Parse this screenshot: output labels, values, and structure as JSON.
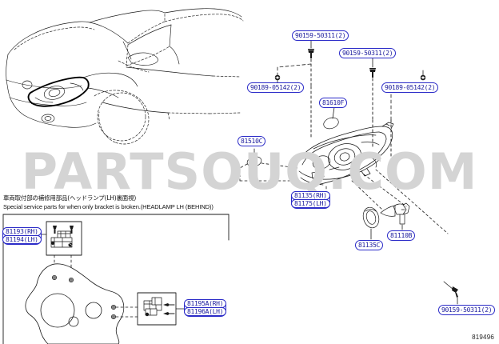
{
  "diagram": {
    "figure_number": "819496",
    "watermark": "PARTSOUQ.COM"
  },
  "notes": {
    "japanese": "車両取付部の補修用部品(ヘッドランプ(LH)裏面視)",
    "english": "Special service parts for when only bracket is broken.(HEADLAMP LH (BEHIND))"
  },
  "callouts": {
    "bolt_top_left": "90159-50311(2)",
    "bolt_top_right": "90159-50311(2)",
    "screw_left": "90189-05142(2)",
    "screw_right": "90189-05142(2)",
    "bolt_bottom_right": "90159-50311(2)",
    "cover_81610f": "81610F",
    "bulb_81510c": "81510C",
    "lamp_rh": "81135(RH)",
    "lamp_lh": "81175(LH)",
    "gasket_81135c": "81135C",
    "socket_81110b": "81110B",
    "bracket_upper_rh": "81193(RH)",
    "bracket_upper_lh": "81194(LH)",
    "bracket_lower_rh": "81195A(RH)",
    "bracket_lower_lh": "81196A(LH)"
  },
  "colors": {
    "callout_border": "#2b2bc8",
    "callout_text": "#1a1a9c",
    "line": "#1a1a1a",
    "watermark": "#d4d4d4"
  }
}
